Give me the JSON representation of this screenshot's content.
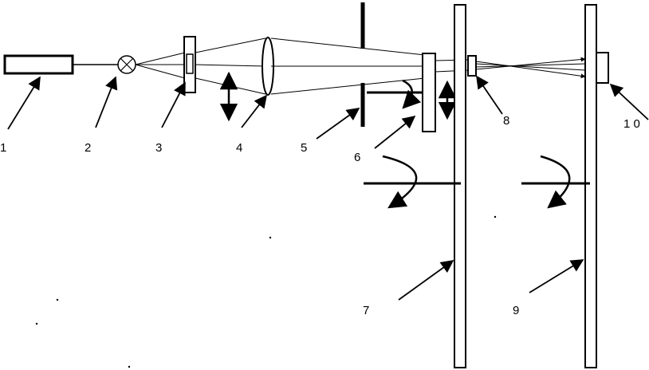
{
  "figure": {
    "labels": [
      {
        "id": "1",
        "text": "1"
      },
      {
        "id": "2",
        "text": "2"
      },
      {
        "id": "3",
        "text": "3"
      },
      {
        "id": "4",
        "text": "4"
      },
      {
        "id": "5",
        "text": "5"
      },
      {
        "id": "6",
        "text": "6"
      },
      {
        "id": "7",
        "text": "7"
      },
      {
        "id": "8",
        "text": "8"
      },
      {
        "id": "9",
        "text": "9"
      },
      {
        "id": "10",
        "text": "1 0"
      }
    ],
    "colors": {
      "ink": "#000000",
      "background": "#ffffff"
    }
  }
}
